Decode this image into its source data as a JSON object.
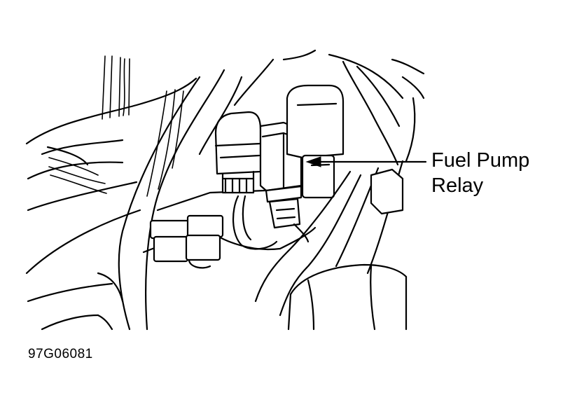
{
  "callout": {
    "line1": "Fuel Pump",
    "line2": "Relay"
  },
  "figure_id": "97G06081"
}
